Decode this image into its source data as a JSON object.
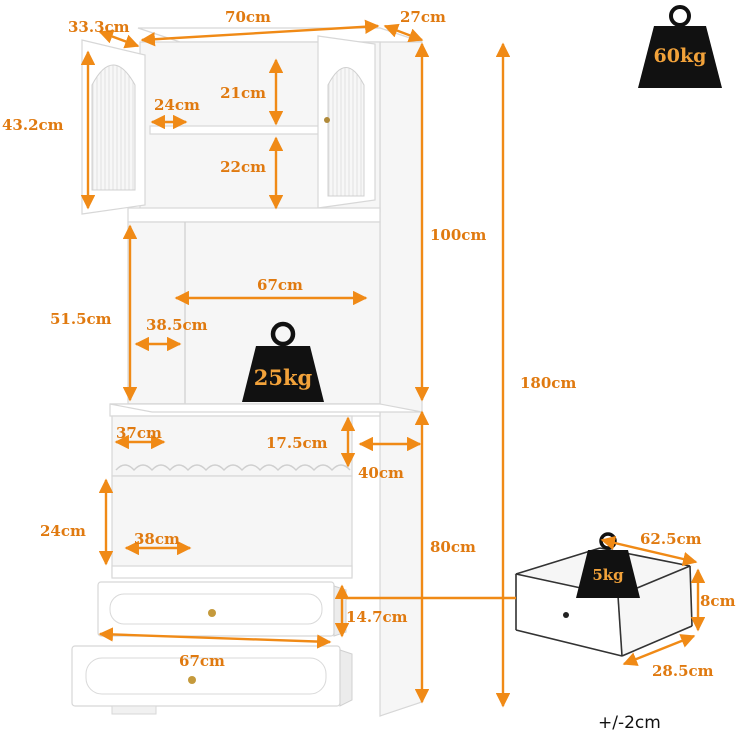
{
  "colors": {
    "dimension": "#f08a16",
    "weight_fill": "#111111",
    "weight_text": "#f2a23a",
    "cabinet": "#ffffff"
  },
  "icons": [
    "weight-icon",
    "arrow-icon"
  ],
  "dimensions": {
    "depth_top": "33.3cm",
    "width_top": "70cm",
    "depth_side": "27cm",
    "door_height": "43.2cm",
    "inner_depth_upper": "24cm",
    "shelf_gap_upper": "21cm",
    "shelf_gap_lower": "22cm",
    "upper_height": "100cm",
    "total_height": "180cm",
    "middle_inner_width": "67cm",
    "middle_height": "51.5cm",
    "middle_depth": "38.5cm",
    "rack_depth": "37cm",
    "rack_height": "17.5cm",
    "lower_depth": "40cm",
    "lower_gap": "24cm",
    "lower_inner_depth": "38cm",
    "lower_height": "80cm",
    "drawer_height": "14.7cm",
    "drawer_width": "67cm",
    "drawer_detail_width": "62.5cm",
    "drawer_detail_height": "8cm",
    "drawer_detail_depth": "28.5cm"
  },
  "weights": {
    "top": "60kg",
    "shelf": "25kg",
    "drawer": "5kg"
  },
  "tolerance": "+/-2cm"
}
